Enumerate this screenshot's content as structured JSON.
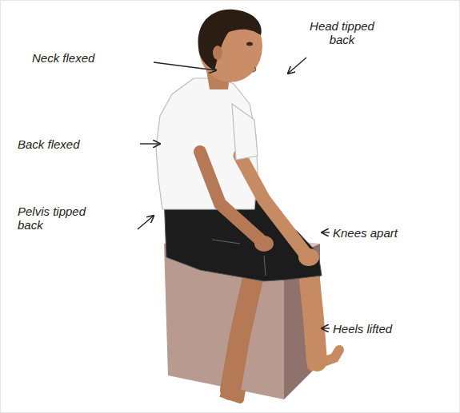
{
  "diagram": {
    "labels": [
      "Head tipped back",
      "Neck flexed",
      "Back flexed",
      "Pelvis tipped back",
      "Knees apart",
      "Heels lifted"
    ]
  }
}
